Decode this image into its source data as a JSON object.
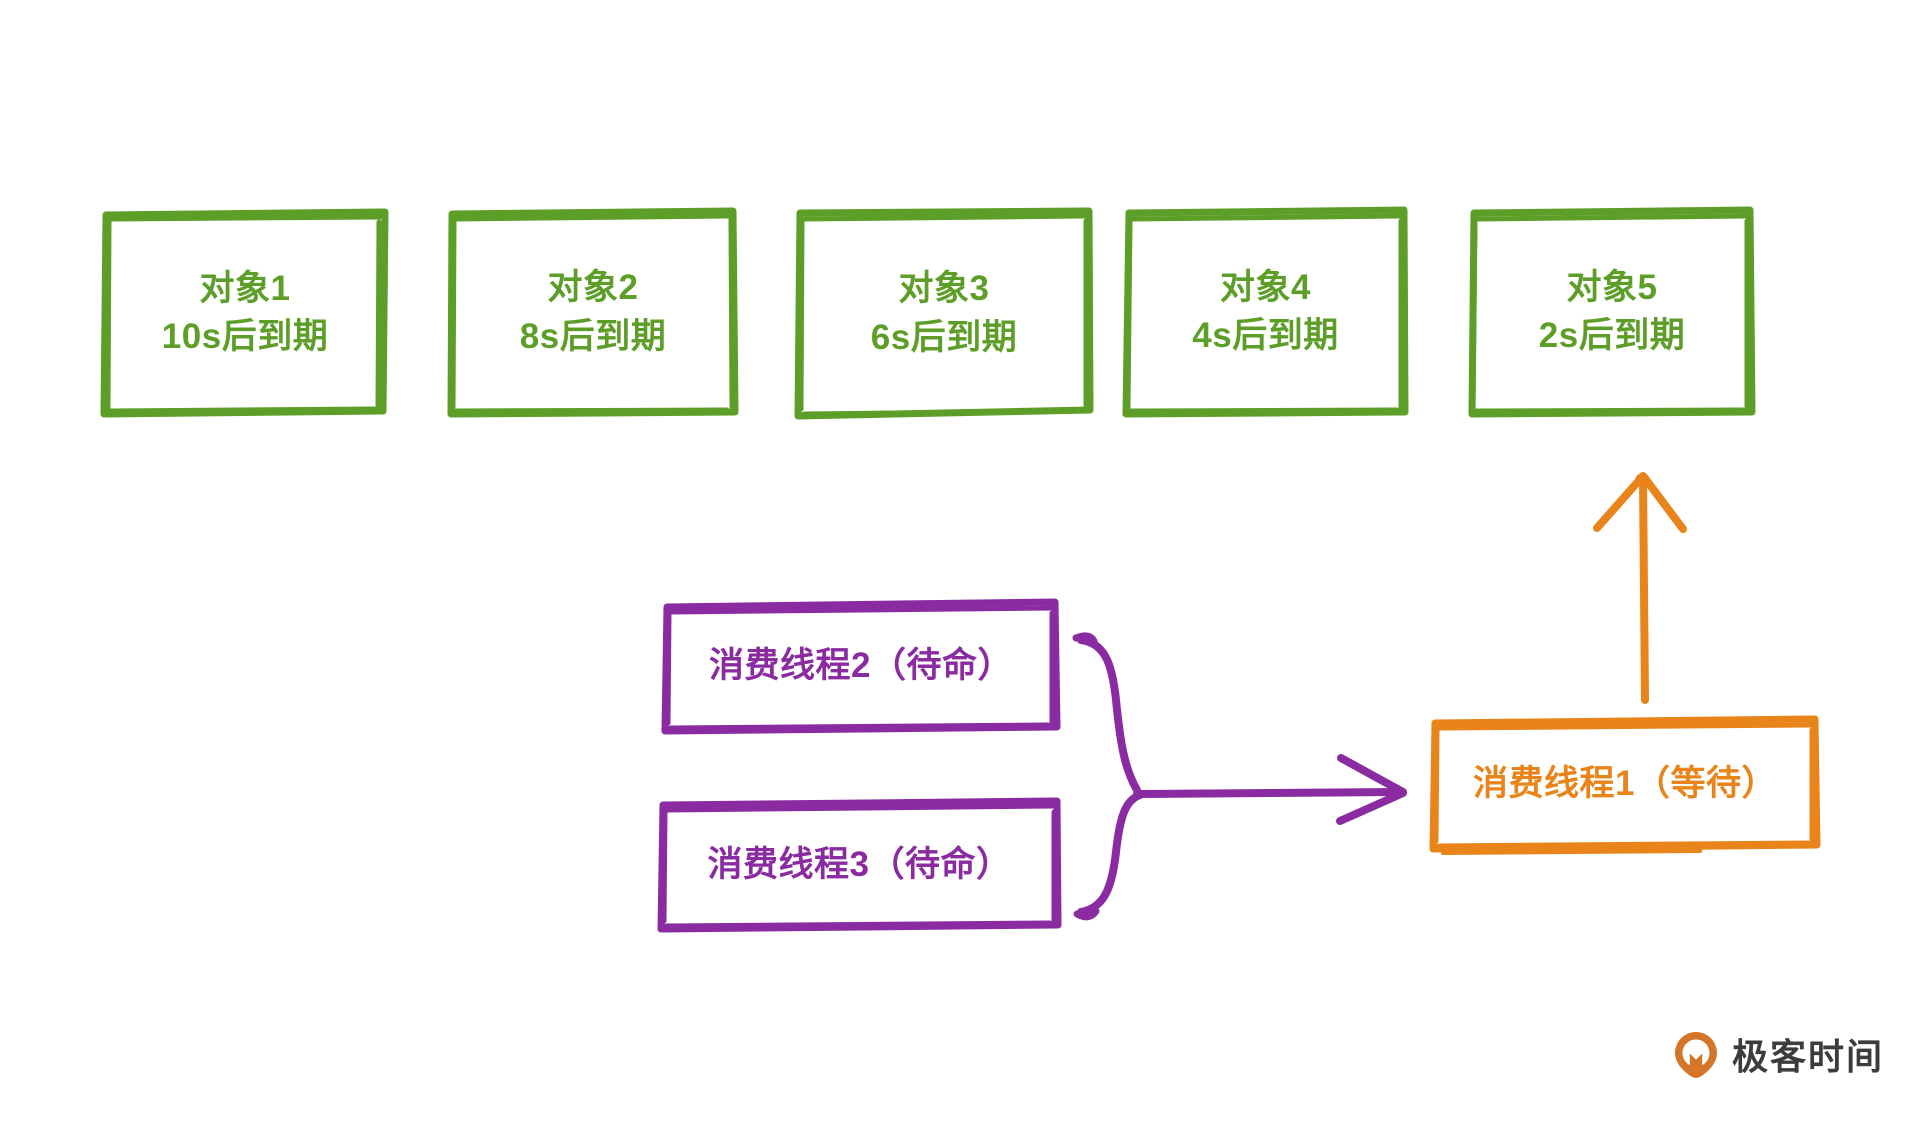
{
  "diagram": {
    "title": "DelayQueue consumer threads diagram",
    "background_color": "#ffffff",
    "colors": {
      "object_green": "#5d9e28",
      "thread_purple": "#8a2ba2",
      "active_orange": "#e8841a",
      "logo_dark": "#3c3c3c",
      "logo_orange": "#d3762a"
    }
  },
  "objects_row": {
    "items": [
      {
        "name": "对象1",
        "expiry": "10s后到期"
      },
      {
        "name": "对象2",
        "expiry": "8s后到期"
      },
      {
        "name": "对象3",
        "expiry": "6s后到期"
      },
      {
        "name": "对象4",
        "expiry": "4s后到期"
      },
      {
        "name": "对象5",
        "expiry": "2s后到期"
      }
    ]
  },
  "threads": {
    "waiting_threads": [
      {
        "label": "消费线程2（待命）"
      },
      {
        "label": "消费线程3（待命）"
      }
    ],
    "active_thread": {
      "label": "消费线程1（等待）"
    }
  },
  "connectors": {
    "brace_icon": "curly-brace-right",
    "arrow_to_active_icon": "arrow-right",
    "arrow_to_object5_icon": "arrow-up"
  },
  "branding": {
    "logo_text": "极客时间",
    "logo_icon": "geektime-logo-icon"
  }
}
